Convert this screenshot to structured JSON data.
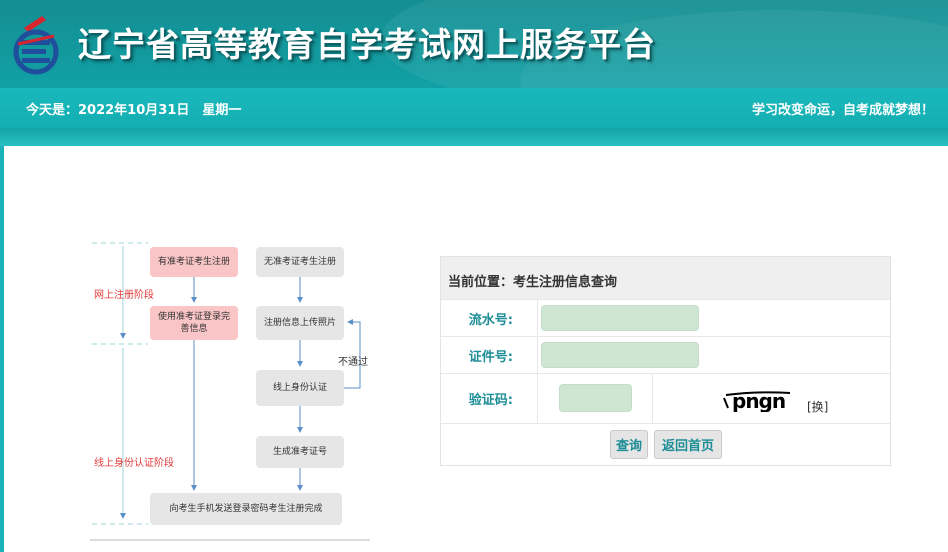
{
  "header": {
    "title": "辽宁省高等教育自学考试网上服务平台",
    "date_text": "今天是：2022年10月31日　星期一",
    "slogan": "学习改变命运，自考成就梦想！"
  },
  "flowchart": {
    "stage_online": "网上注册阶段",
    "stage_verify": "线上身份认证阶段",
    "box_with_ticket": "有准考证考生注册",
    "box_login_complete": "使用准考证登录完善信息",
    "box_without_ticket": "无准考证考生注册",
    "box_register_upload": "注册信息上传照片",
    "box_online_verify": "线上身份认证",
    "box_generate_ticket": "生成准考证号",
    "box_send_password": "向考生手机发送登录密码考生注册完成",
    "note_not_passed": "不通过"
  },
  "form": {
    "breadcrumb": "当前位置：考生注册信息查询",
    "serial_label": "流水号:",
    "serial_value": "",
    "id_label": "证件号:",
    "id_value": "",
    "captcha_label": "验证码:",
    "captcha_value": "",
    "captcha_text": "pngn",
    "refresh_label": "[换]",
    "query_button": "查询",
    "home_button": "返回首页"
  },
  "colors": {
    "header_teal": "#148e92",
    "label_teal": "#1d8d96",
    "input_green": "#cfe7d2",
    "flow_pink": "#f9c5c6",
    "flow_gray": "#e6e6e6",
    "stage_red": "#e23a3a"
  }
}
